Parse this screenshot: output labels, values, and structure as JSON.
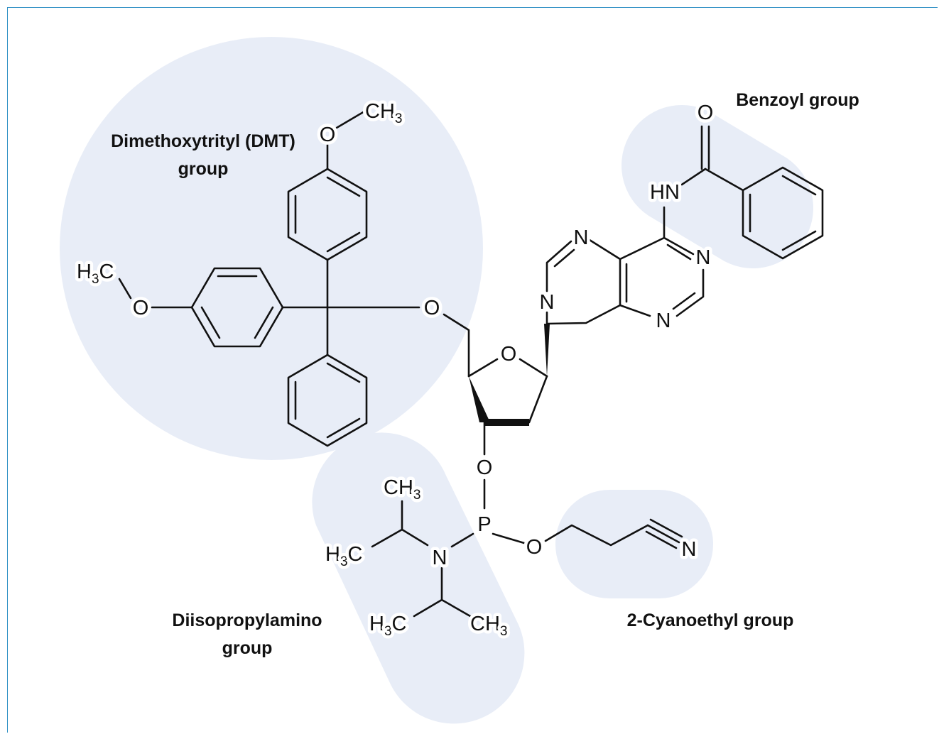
{
  "frame_color": "#2d8fc4",
  "highlight_color": "#e8edf7",
  "groups": {
    "dmt": {
      "line1": "Dimethoxytrityl (DMT)",
      "line2": "group"
    },
    "benzoyl": {
      "line1": "Benzoyl group"
    },
    "diisopropylamino": {
      "line1": "Diisopropylamino",
      "line2": "group"
    },
    "cyanoethyl": {
      "line1": "2-Cyanoethyl group"
    }
  },
  "atoms": {
    "ch3": "CH",
    "h3c": "H",
    "c": "C",
    "sub3": "3",
    "o": "O",
    "n": "N",
    "hn": "HN",
    "p": "P"
  }
}
